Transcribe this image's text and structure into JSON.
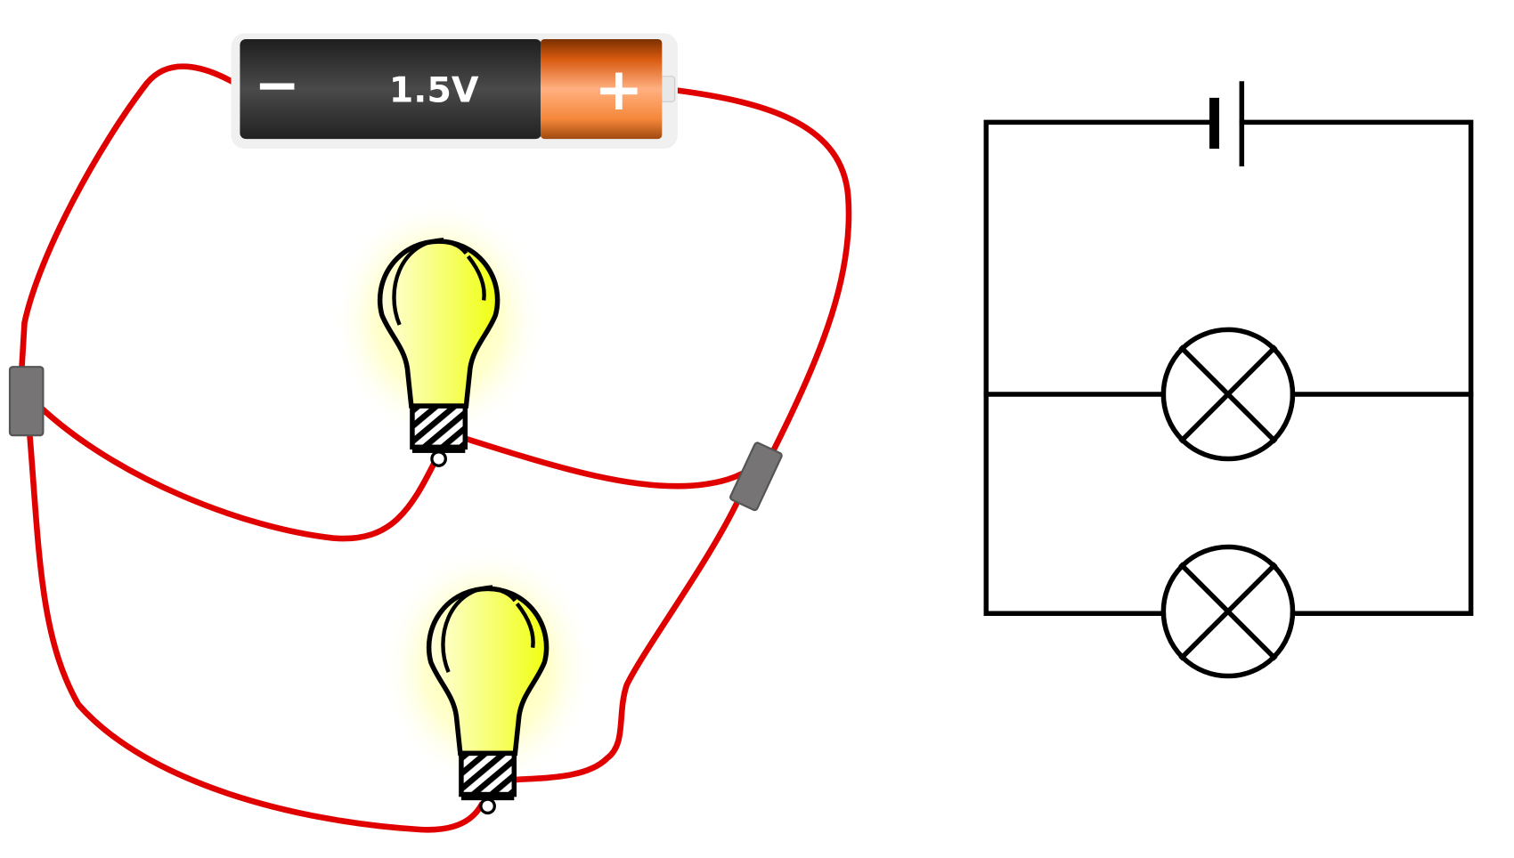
{
  "battery": {
    "label": "1.5V",
    "negative_symbol": "−",
    "positive_symbol": "+",
    "colors": {
      "body": "#333333",
      "cap": "#f07a2a"
    }
  },
  "wire_color": "#e00000",
  "bulb_color": "#f4ff2a",
  "pictorial": {
    "bulbs": 2,
    "connectors": 2,
    "wiring": "parallel"
  },
  "schematic": {
    "cells": 1,
    "lamps": 2,
    "wiring": "parallel"
  }
}
